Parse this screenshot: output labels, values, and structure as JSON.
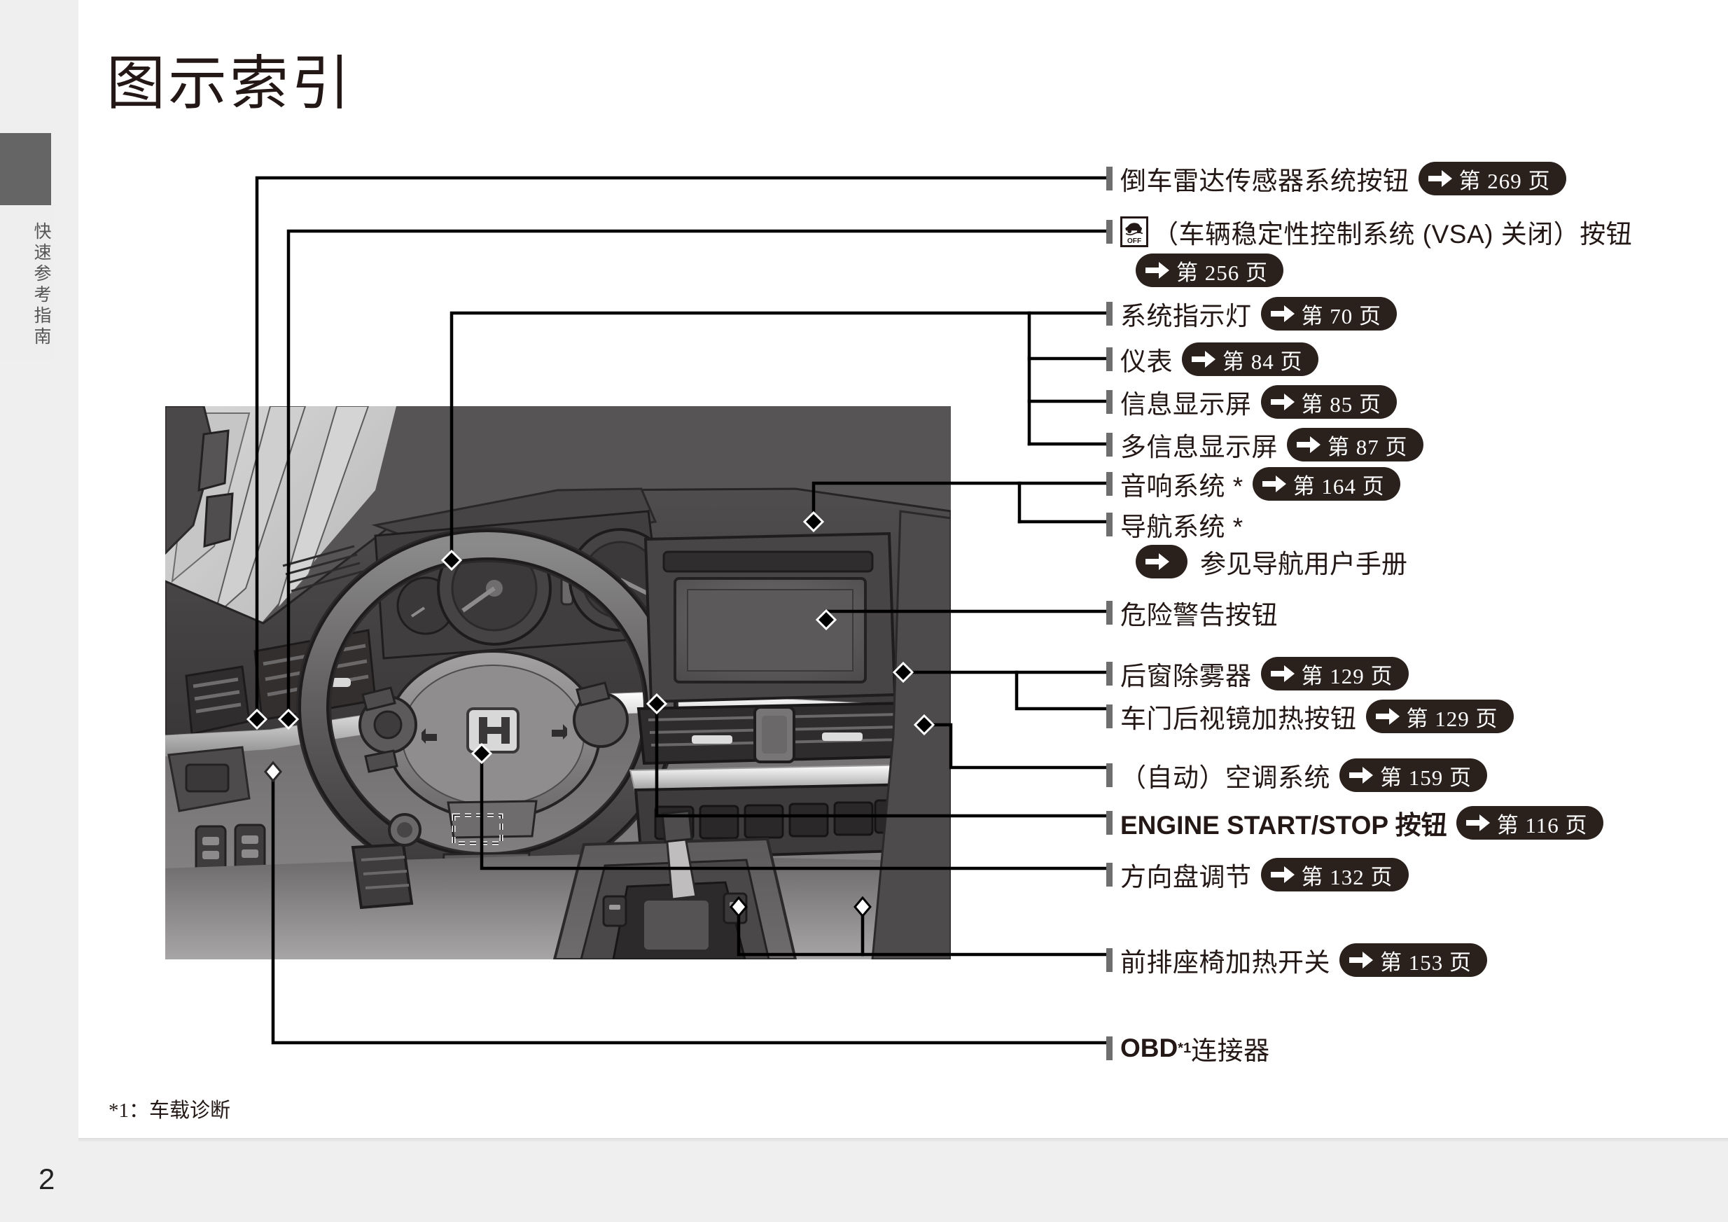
{
  "page": {
    "title": "图示索引",
    "number": "2",
    "thumb_tab_label": "快速参考指南",
    "footnote": "*1：车载诊断"
  },
  "callouts": [
    {
      "id": "parking-sensor",
      "text": "倒车雷达传感器系统按钮",
      "ref": "第 269 页"
    },
    {
      "id": "vsa-off",
      "text": "（车辆稳定性控制系统 (VSA) 关闭）按钮",
      "icon": "vsa-off-icon",
      "ref": "第 256 页",
      "ref_on_second_line": true
    },
    {
      "id": "system-indicators",
      "text": "系统指示灯",
      "ref": "第 70 页"
    },
    {
      "id": "gauges",
      "text": "仪表",
      "ref": "第 84 页"
    },
    {
      "id": "info-display",
      "text": "信息显示屏",
      "ref": "第 85 页"
    },
    {
      "id": "multi-info-display",
      "text": "多信息显示屏",
      "ref": "第 87 页"
    },
    {
      "id": "audio-system",
      "text": "音响系统 *",
      "ref": "第 164 页"
    },
    {
      "id": "navigation-system",
      "text": "导航系统 *",
      "ref_text": "参见导航用户手册",
      "ref_on_second_line": true
    },
    {
      "id": "hazard-button",
      "text": "危险警告按钮",
      "ref": null
    },
    {
      "id": "rear-defogger",
      "text": "后窗除雾器",
      "ref": "第 129 页"
    },
    {
      "id": "mirror-heater",
      "text": "车门后视镜加热按钮",
      "ref": "第 129 页"
    },
    {
      "id": "climate-control",
      "text": "（自动）空调系统",
      "ref": "第 159 页"
    },
    {
      "id": "engine-start-stop",
      "text": "ENGINE START/STOP 按钮",
      "bold": true,
      "ref": "第 116 页"
    },
    {
      "id": "steering-adjust",
      "text": "方向盘调节",
      "ref": "第 132 页"
    },
    {
      "id": "front-seat-heaters",
      "text": "前排座椅加热开关",
      "ref": "第 153 页"
    },
    {
      "id": "obd-connector",
      "text": "OBD",
      "superscript": "*1",
      "text_after": " 连接器",
      "bold": true,
      "ref": null
    }
  ],
  "colors": {
    "pill_bg": "#2a201c",
    "bullet": "#6e6e6e",
    "text": "#231815",
    "page_bg": "#efefef",
    "sheet_bg": "#ffffff",
    "tab_dark": "#656565"
  },
  "illustration": {
    "name": "vehicle-dashboard-illustration",
    "description": "车辆驾驶席仪表台示意图"
  }
}
